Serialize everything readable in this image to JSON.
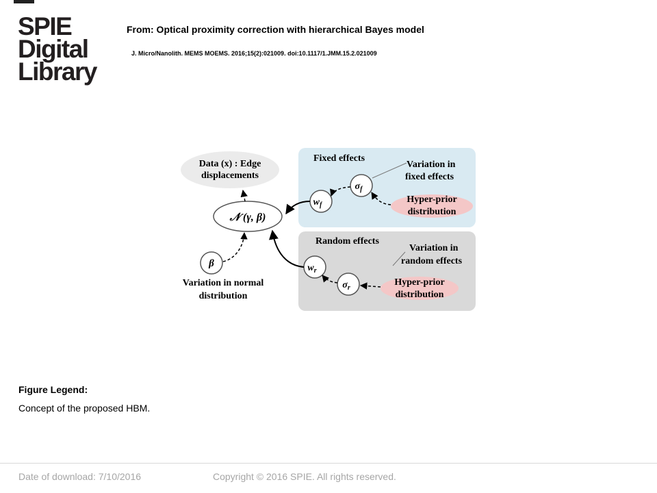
{
  "header": {
    "logo_lines": [
      "SPIE",
      "Digital",
      "Library"
    ],
    "title": "From: Optical proximity correction with hierarchical Bayes model",
    "citation": "J. Micro/Nanolith. MEMS MOEMS. 2016;15(2):021009. doi:10.1117/1.JMM.15.2.021009"
  },
  "diagram": {
    "data_node": [
      "Data (x) : Edge",
      "displacements"
    ],
    "normal_node": "𝒩 (γ, β)",
    "fixed_box_label": "Fixed effects",
    "random_box_label": "Random effects",
    "wf": "w",
    "wf_sub": "f",
    "sigma_f": "σ",
    "sigma_f_sub": "f",
    "wr": "w",
    "wr_sub": "r",
    "sigma_r": "σ",
    "sigma_r_sub": "r",
    "beta": "β",
    "fixed_variation": [
      "Variation in",
      "fixed effects"
    ],
    "random_variation": [
      "Variation in",
      "random effects"
    ],
    "hyper_prior": [
      "Hyper-prior",
      "distribution"
    ],
    "normal_variation": [
      "Variation in normal",
      "distribution"
    ],
    "colors": {
      "fixed_box": "#d9eaf2",
      "random_box": "#d9d9d9",
      "hyper_prior": "#f4c7c7",
      "data_ellipse": "#ebebeb"
    }
  },
  "legend": {
    "heading": "Figure Legend:",
    "text": "Concept of the proposed HBM."
  },
  "footer": {
    "date": "Date of download:  7/10/2016",
    "copyright": "Copyright © 2016 SPIE. All rights reserved."
  }
}
